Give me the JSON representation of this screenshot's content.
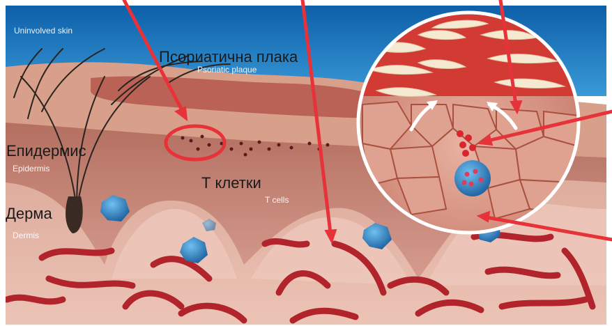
{
  "labels": {
    "uninvolved_skin_en": "Uninvolved skin",
    "psoriatic_plaque_en": "Psoriatic plaque",
    "psoriatic_plaque_bg": "Псориатична плака",
    "epidermis_bg": "Епидермис",
    "epidermis_en": "Epidermis",
    "t_cells_bg": "Т клетки",
    "t_cells_en": "T cells",
    "dermis_bg": "Дерма",
    "dermis_en": "Dermis"
  },
  "colors": {
    "sky": "#1a78c2",
    "skin_surface": "#d9a188",
    "epidermis": "#c98878",
    "dermis": "#e2b3a5",
    "blood_vessel": "#b2242c",
    "t_cell": "#2e86c8",
    "pointer_arrow": "#e8323a",
    "hair": "#2a2420"
  }
}
